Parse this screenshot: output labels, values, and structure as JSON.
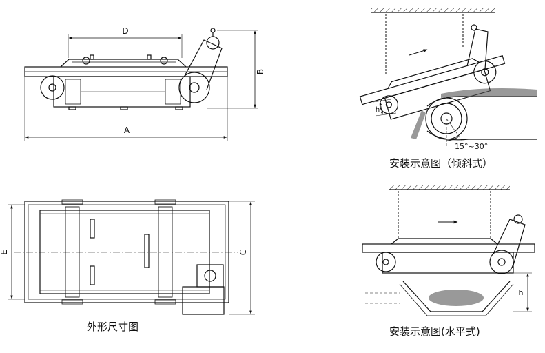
{
  "dimension_labels": {
    "a": "A",
    "b": "B",
    "c": "C",
    "d": "D",
    "e": "E",
    "h_tilted": "h",
    "h_horizontal": "h"
  },
  "angle_label": "15°~30°",
  "captions": {
    "outline": "外形尺寸图",
    "install_tilted": "安装示意图（倾斜式）",
    "install_horizontal": "安装示意图(水平式)"
  },
  "colors": {
    "line": "#111111",
    "background": "#ffffff",
    "material": "#555555"
  }
}
